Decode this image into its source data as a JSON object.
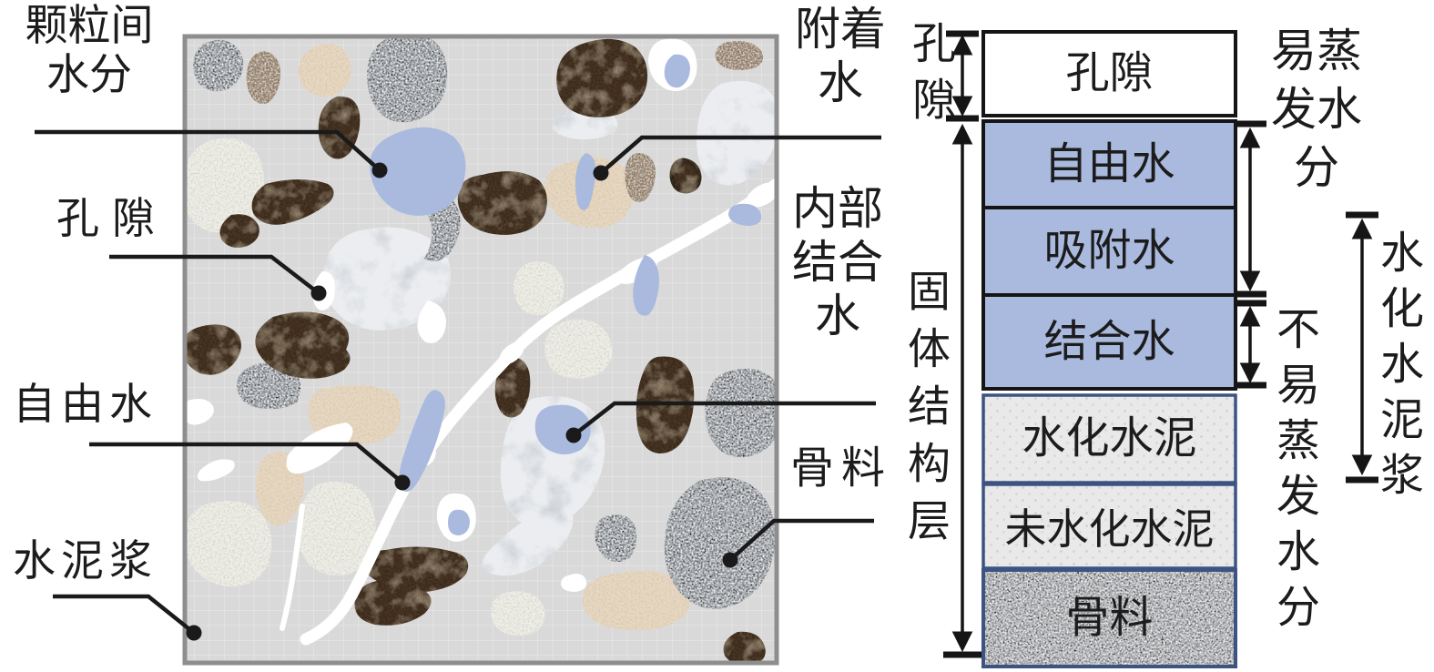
{
  "figure": {
    "left_labels": {
      "particle_water": {
        "lines": [
          "颗粒间",
          "水分"
        ]
      },
      "pore": "孔隙",
      "free_water": "自由水",
      "cement_paste": "水泥浆"
    },
    "middle_labels": {
      "attached_water": {
        "lines": [
          "附着",
          "水"
        ]
      },
      "pore_vertical": "孔隙",
      "internal_bound_water": {
        "lines": [
          "内部",
          "结合",
          "水"
        ]
      },
      "solid_structure_layer": "固体结构层",
      "aggregate": "骨料"
    },
    "bar": {
      "layers": [
        {
          "label": "孔隙",
          "fill": "#ffffff",
          "border": "#151515"
        },
        {
          "label": "自由水",
          "fill": "#a9bade",
          "border": "#151515"
        },
        {
          "label": "吸附水",
          "fill": "#a9bade",
          "border": "#151515"
        },
        {
          "label": "结合水",
          "fill": "#a9bade",
          "border": "#151515"
        },
        {
          "label": "水化水泥",
          "fill": "#e9e9e9",
          "border": "#3d5382"
        },
        {
          "label": "未水化水泥",
          "fill": "#e9e9e9",
          "border": "#3d5382"
        },
        {
          "label": "骨料",
          "fill": "granite-texture",
          "border": "#3d5382"
        }
      ]
    },
    "right_labels": {
      "evaporable_water": {
        "lines": [
          "易蒸",
          "发水",
          "分"
        ]
      },
      "non_evaporable_water": "不易蒸发水分",
      "hydrated_cement_paste": "水化水泥浆"
    },
    "colors": {
      "water_blue": "#a9bade",
      "box_border_black": "#151515",
      "box_border_blue": "#3d5382",
      "micrograph_bg": "#d9d9d9",
      "micrograph_border": "#8e8e8e"
    }
  }
}
